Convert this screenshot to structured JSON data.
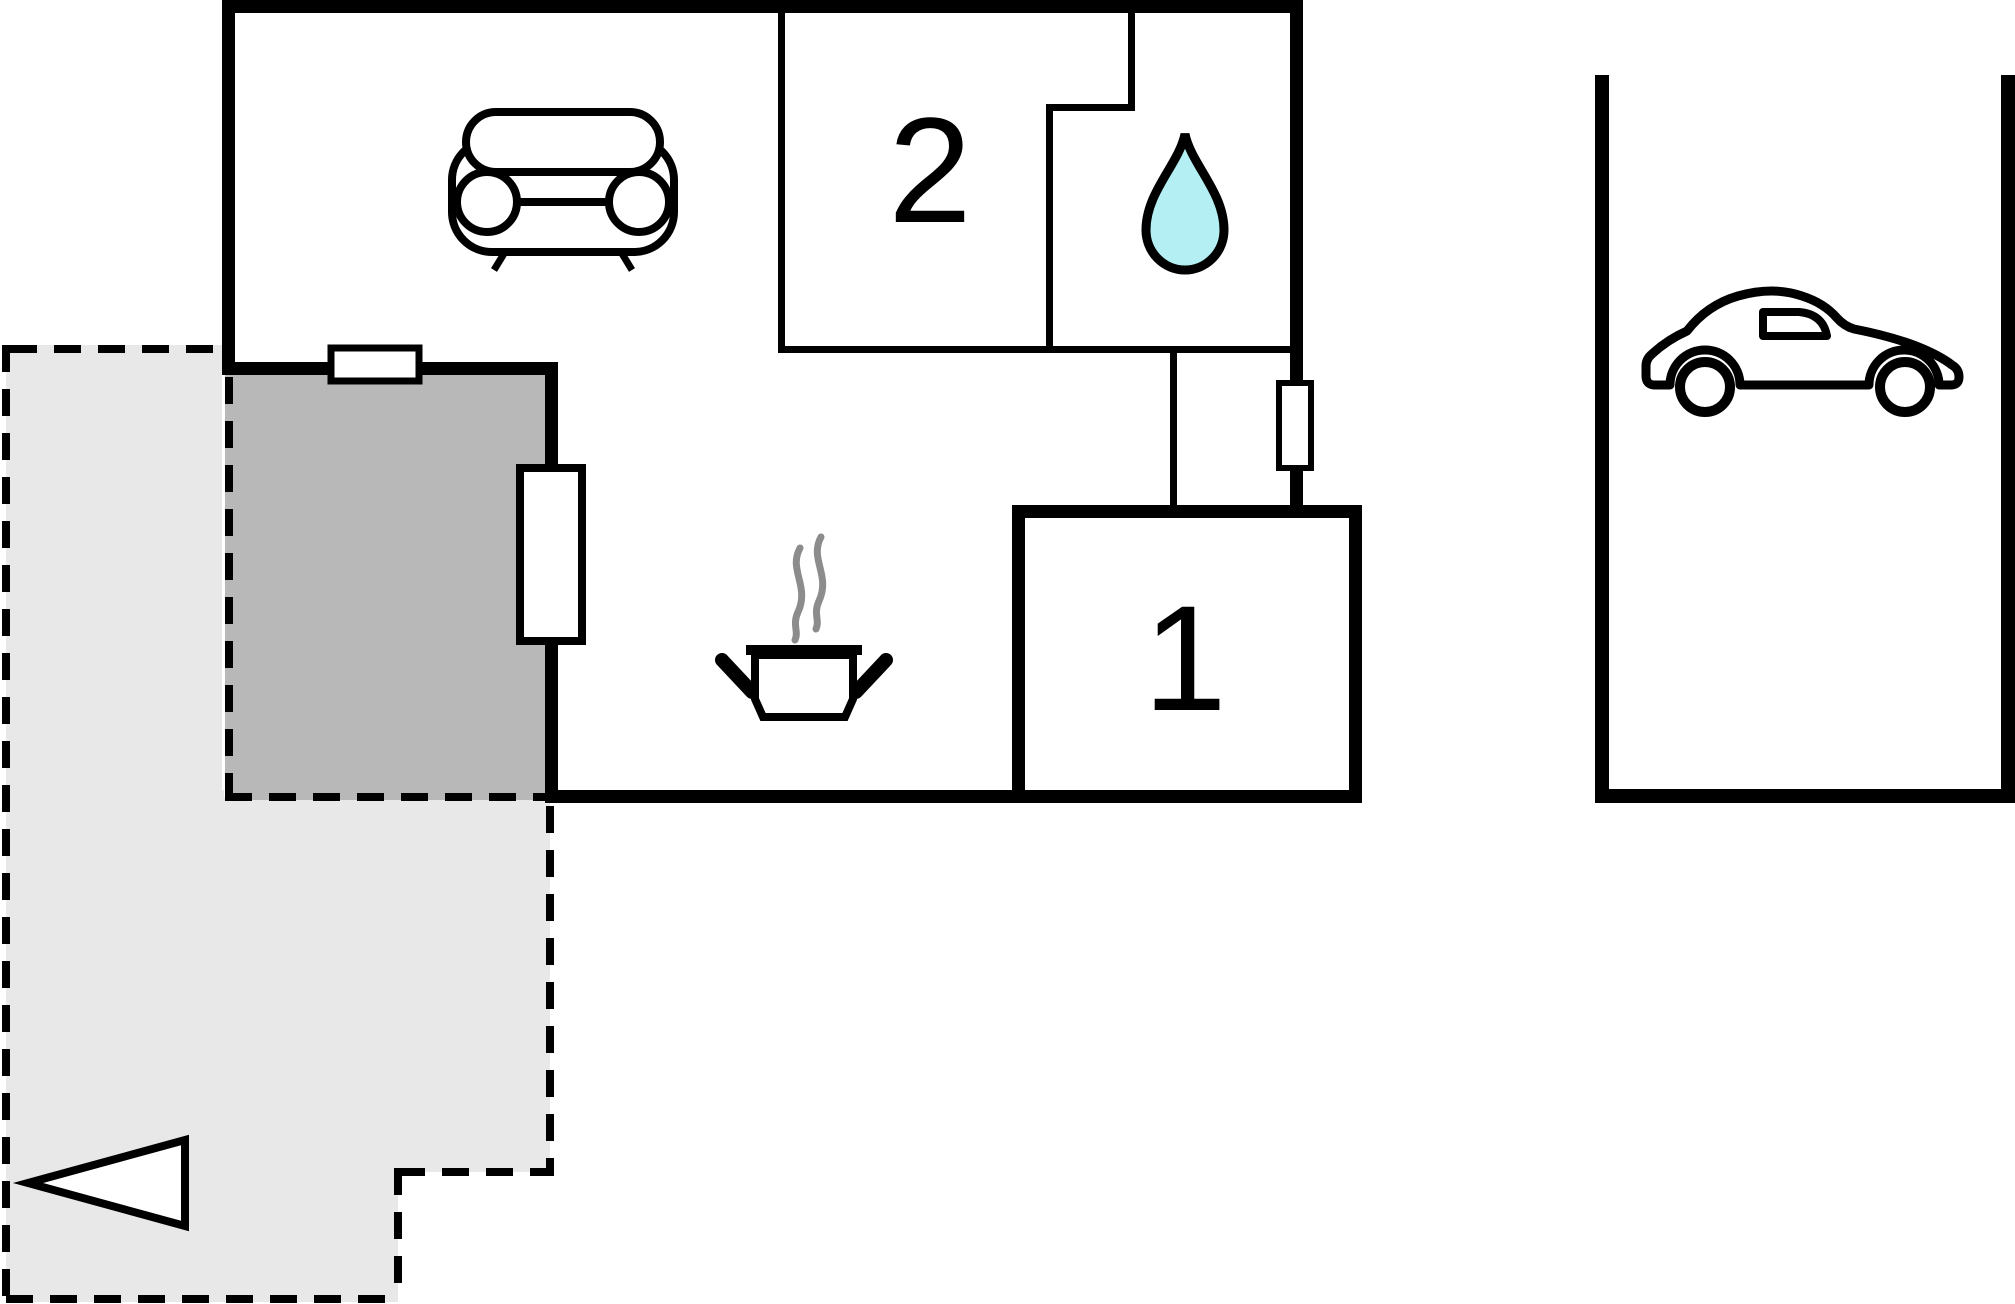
{
  "plan": {
    "type": "floor-plan",
    "rooms": {
      "bedroom_2": {
        "label": "2"
      },
      "bedroom_1": {
        "label": "1"
      }
    },
    "icons": [
      "sofa-icon",
      "water-drop-icon",
      "cooking-pot-icon",
      "steam-icon",
      "car-icon",
      "direction-arrow-icon"
    ],
    "colors": {
      "wall": "#000000",
      "terrace": "#e8e8e8",
      "terrace_room": "#b8b8b8",
      "water_drop": "#b3eff3",
      "steam": "#8c8c8c",
      "background": "#ffffff"
    }
  }
}
